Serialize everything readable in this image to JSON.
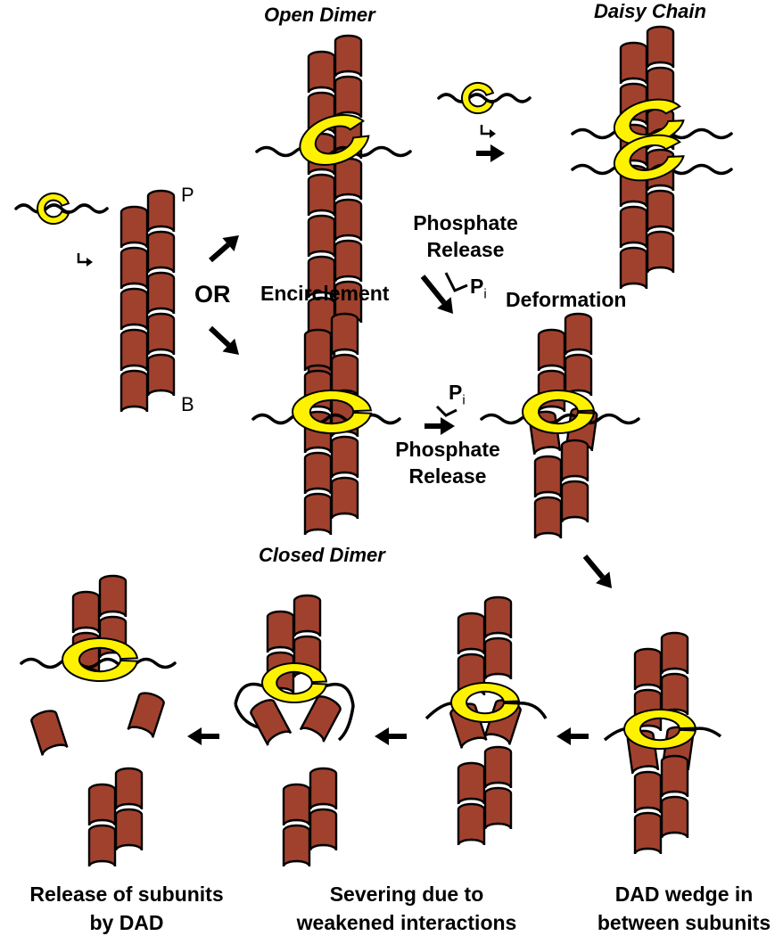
{
  "labels": {
    "open_dimer": "Open Dimer",
    "daisy_chain": "Daisy Chain",
    "closed_dimer": "Closed Dimer",
    "end_p": "P",
    "end_b": "B",
    "or": "OR",
    "encirclement": "Encirclement",
    "deformation": "Deformation",
    "phosphate_release_top_1": "Phosphate",
    "phosphate_release_top_2": "Release",
    "phosphate_release_mid_1": "Phosphate",
    "phosphate_release_mid_2": "Release",
    "pi_top": "P",
    "pi_top_sub": "i",
    "pi_mid": "P",
    "pi_mid_sub": "i",
    "caption_release_1": "Release of subunits",
    "caption_release_2": "by DAD",
    "caption_severing_1": "Severing due to",
    "caption_severing_2": "weakened interactions",
    "caption_wedge_1": "DAD wedge in",
    "caption_wedge_2": "between subunits"
  },
  "colors": {
    "subunit": "#a0412e",
    "ring": "#fff200",
    "outline": "#000000",
    "background": "#ffffff"
  }
}
